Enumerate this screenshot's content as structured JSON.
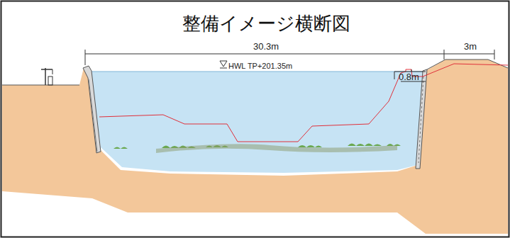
{
  "diagram": {
    "title": "整備イメージ横断図",
    "labels": [
      "30.3m",
      "3m",
      "0.8m",
      "HWL TP+201.35m"
    ]
  }
}
